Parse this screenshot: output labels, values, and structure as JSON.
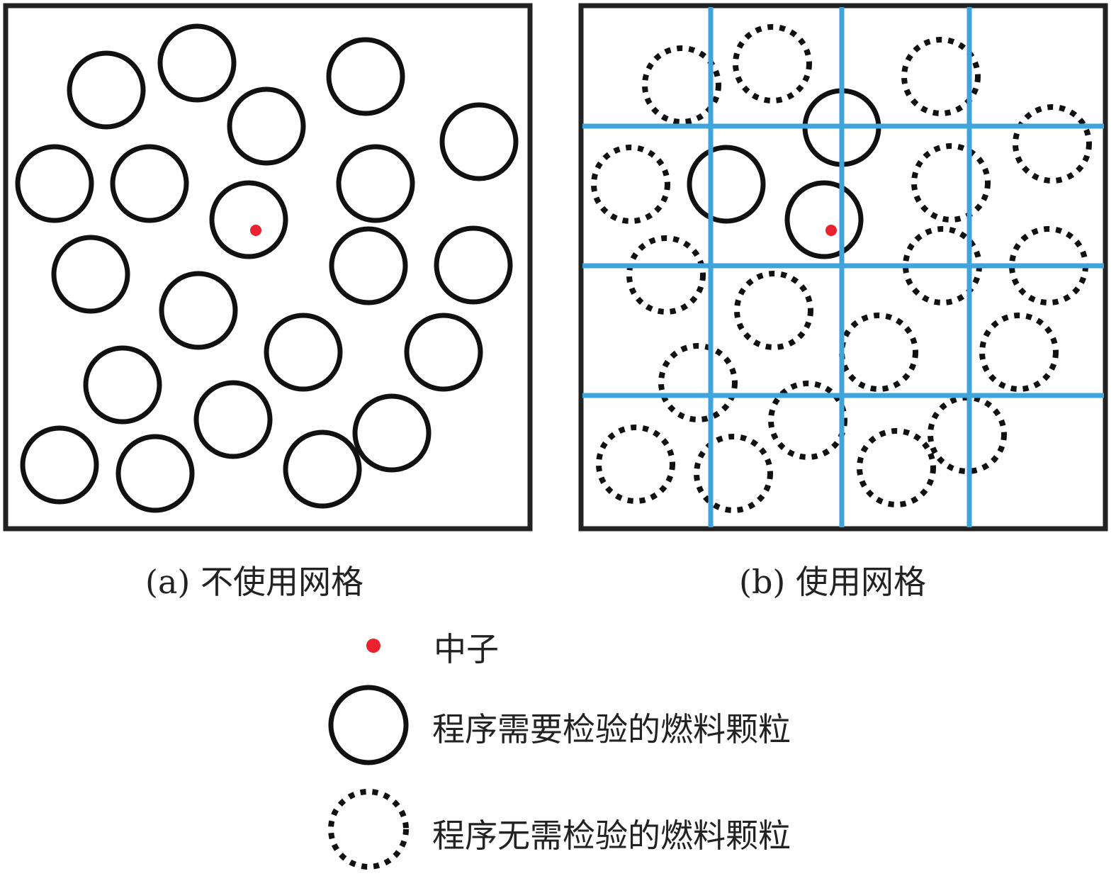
{
  "captions": {
    "a": "(a)  不使用网格",
    "b": "(b)  使用网格"
  },
  "legend": {
    "neutron": "中子",
    "checked": "程序需要检验的燃料颗粒",
    "unchecked": "程序无需检验的燃料颗粒"
  },
  "colors": {
    "neutron": "#e8222e",
    "grid": "#3fa4dc",
    "particle": "#111111"
  }
}
